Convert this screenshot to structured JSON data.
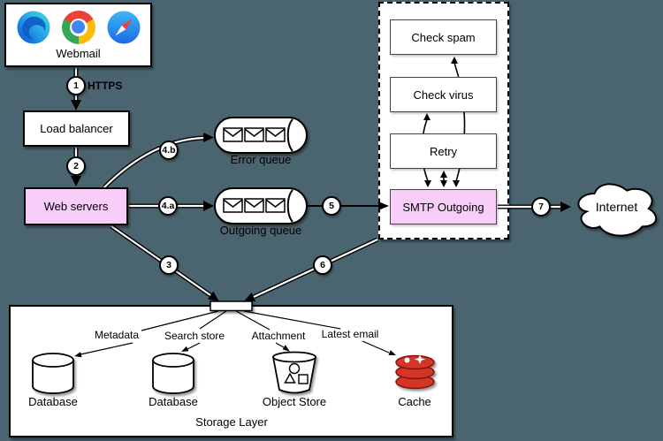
{
  "colors": {
    "background": "#4B6570",
    "node_fill": "#FFFFFF",
    "highlight_fill": "#F8CEF8",
    "line": "#000000",
    "redis_red": "#D43527",
    "redis_dark": "#7E1308",
    "chrome_red": "#EA4335",
    "chrome_yellow": "#FBBC05",
    "chrome_green": "#34A853",
    "chrome_blue": "#4285F4",
    "edge_blue": "#0D5BC4",
    "edge_teal": "#3EE0CF",
    "safari_blue": "#1D6AE5",
    "safari_needle": "#FF3B30"
  },
  "webmail": {
    "label": "Webmail",
    "browser_icons": [
      "edge-browser-icon",
      "chrome-browser-icon",
      "safari-browser-icon"
    ]
  },
  "load_balancer": {
    "label": "Load balancer"
  },
  "web_servers": {
    "label": "Web servers"
  },
  "queues": {
    "error": {
      "label": "Error queue",
      "envelope_count": 3
    },
    "outgoing": {
      "label": "Outgoing queue",
      "envelope_count": 3
    }
  },
  "smtp_panel": {
    "boxes": {
      "check_spam": "Check spam",
      "check_virus": "Check virus",
      "retry": "Retry",
      "smtp_outgoing": "SMTP Outgoing"
    },
    "bidirectional_arrows": [
      [
        "SMTP Outgoing",
        "Check spam"
      ],
      [
        "SMTP Outgoing",
        "Check virus"
      ],
      [
        "SMTP Outgoing",
        "Retry"
      ]
    ]
  },
  "internet": {
    "label": "Internet",
    "shape": "cloud"
  },
  "storage": {
    "title": "Storage Layer",
    "items": [
      {
        "annotation": "Metadata",
        "label": "Database",
        "icon": "database-cylinder-icon"
      },
      {
        "annotation": "Search store",
        "label": "Database",
        "icon": "database-cylinder-icon"
      },
      {
        "annotation": "Attachment",
        "label": "Object Store",
        "icon": "object-store-bucket-icon"
      },
      {
        "annotation": "Latest email",
        "label": "Cache",
        "icon": "redis-cache-icon"
      }
    ]
  },
  "edges": [
    {
      "id": "1",
      "label": "HTTPS",
      "from": "Webmail",
      "to": "Load balancer"
    },
    {
      "id": "2",
      "from": "Load balancer",
      "to": "Web servers"
    },
    {
      "id": "3",
      "from": "Web servers",
      "to": "Storage Layer"
    },
    {
      "id": "4.a",
      "from": "Web servers",
      "to": "Outgoing queue"
    },
    {
      "id": "4.b",
      "from": "Web servers",
      "to": "Error queue"
    },
    {
      "id": "5",
      "from": "Outgoing queue",
      "to": "SMTP Outgoing"
    },
    {
      "id": "6",
      "from": "SMTP system",
      "to": "Storage Layer"
    },
    {
      "id": "7",
      "from": "SMTP Outgoing",
      "to": "Internet"
    }
  ]
}
